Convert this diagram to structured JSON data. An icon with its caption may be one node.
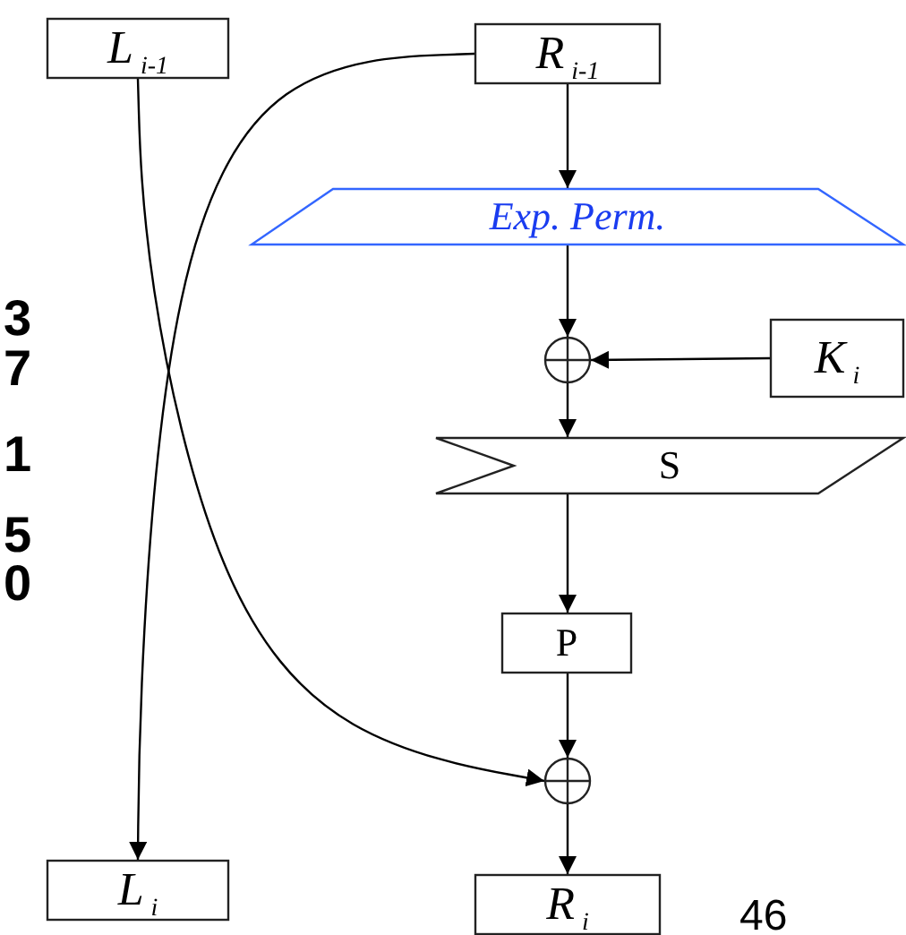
{
  "diagram": {
    "nodes": [
      {
        "text": [
          "L$_{i-1}$"
        ]
      },
      {
        "text": [
          "R$_{i-1}$"
        ]
      },
      {
        "text": [
          "Exp. Perm."
        ]
      },
      {
        "text": [],
        "shape": "circle"
      },
      {
        "text": [
          "K$_{i}$"
        ]
      },
      {
        "text": [
          "S"
        ]
      },
      {
        "text": [
          "P"
        ]
      },
      {
        "text": [],
        "shape": "circle"
      },
      {
        "text": [
          "L$_{i}$"
        ]
      },
      {
        "text": [
          "R$_{i}$"
        ]
      }
    ],
    "edges": [
      {
        "from": 1,
        "to": 2,
        "arrow": "to"
      },
      {
        "from": 2,
        "to": 3,
        "arrow": "to"
      },
      {
        "from": 4,
        "to": 3,
        "arrow": "to"
      },
      {
        "from": 3,
        "to": 5,
        "arrow": "to"
      },
      {
        "from": 5,
        "to": 6,
        "arrow": "to"
      },
      {
        "from": 6,
        "to": 7,
        "arrow": "to"
      },
      {
        "from": 7,
        "to": 9,
        "arrow": "to"
      },
      {
        "from": 0,
        "to": 7,
        "arrow": "to"
      },
      {
        "from": 1,
        "to": 8,
        "arrow": "to"
      }
    ],
    "labels": [
      "3",
      "7",
      "1",
      "5",
      "0",
      "46"
    ]
  }
}
